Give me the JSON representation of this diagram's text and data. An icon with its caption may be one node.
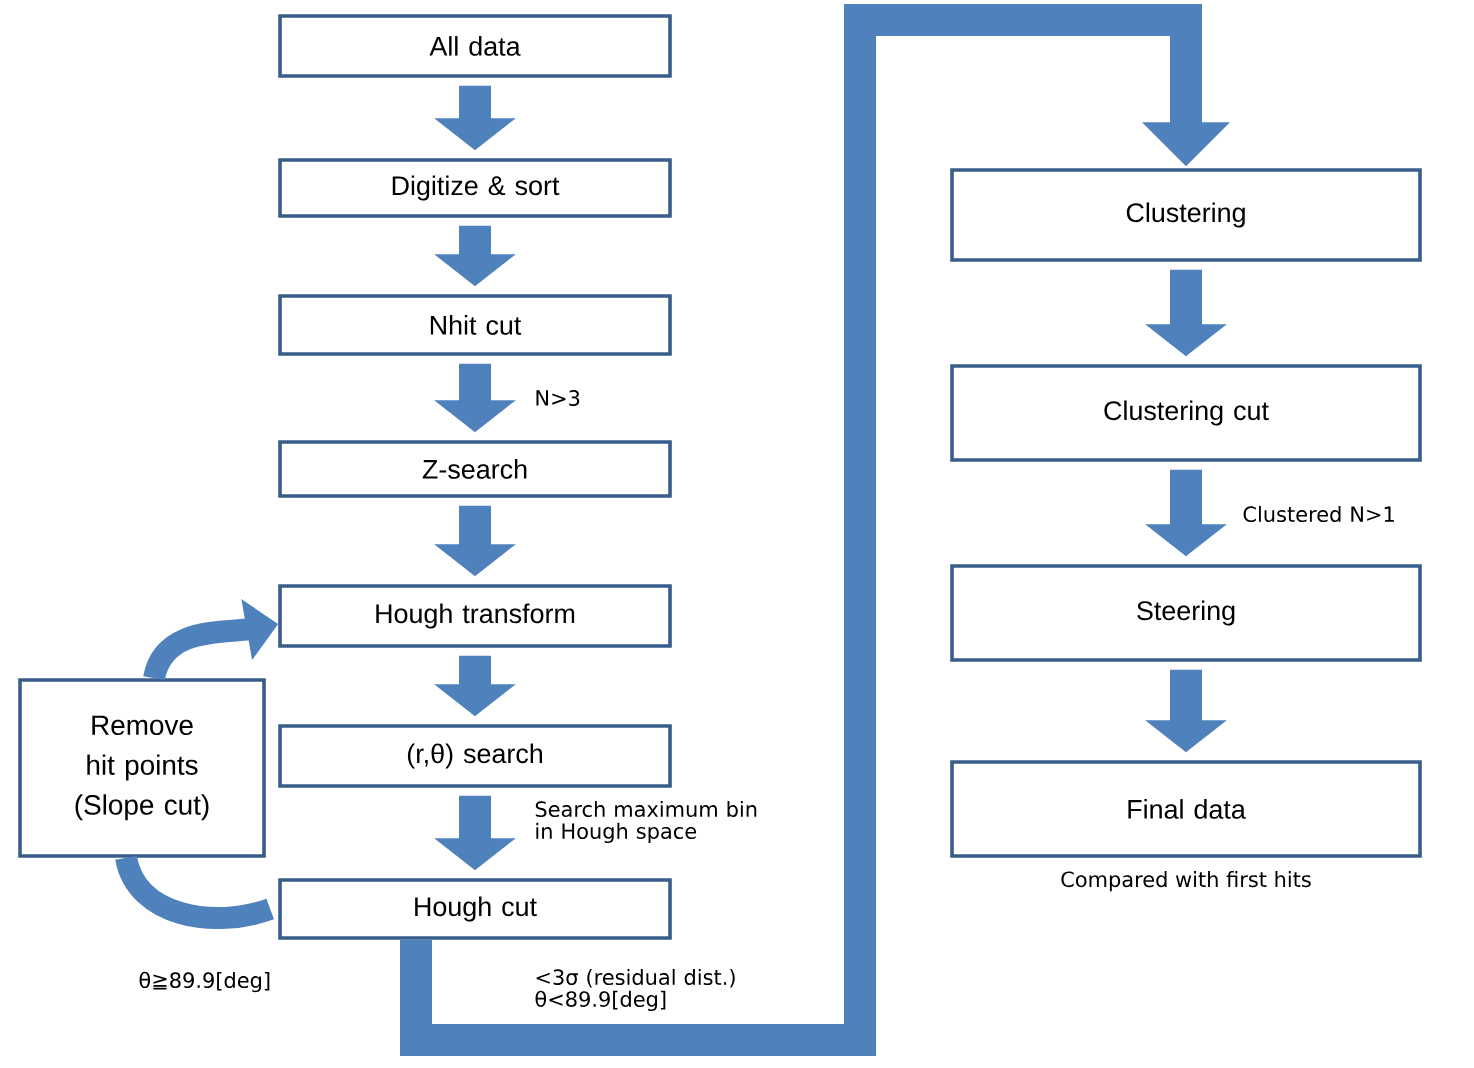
{
  "diagram": {
    "nodes": [
      {
        "text": [
          "All data"
        ]
      },
      {
        "text": [
          "Digitize & sort"
        ]
      },
      {
        "text": [
          "Nhit cut"
        ]
      },
      {
        "text": [
          "Z-search"
        ]
      },
      {
        "text": [
          "Hough transform"
        ]
      },
      {
        "text": [
          "(r,θ) search"
        ]
      },
      {
        "text": [
          "Hough cut"
        ]
      },
      {
        "text": [
          "Remove hit points (Slope cut)"
        ]
      },
      {
        "text": [
          "Clustering"
        ]
      },
      {
        "text": [
          "Clustering cut"
        ]
      },
      {
        "text": [
          "Steering"
        ]
      },
      {
        "text": [
          "Final data"
        ],
        "beside": [
          "Compared with first hits"
        ]
      }
    ],
    "edges": [
      {
        "from": 0,
        "to": 1,
        "arrow": "to"
      },
      {
        "from": 1,
        "to": 2,
        "arrow": "to"
      },
      {
        "from": 2,
        "to": 3,
        "arrow": "to",
        "label": "N>3"
      },
      {
        "from": 3,
        "to": 4,
        "arrow": "to"
      },
      {
        "from": 4,
        "to": 5,
        "arrow": "to"
      },
      {
        "from": 5,
        "to": 6,
        "arrow": "to",
        "label": "Search maximum bin in Hough space"
      },
      {
        "from": 6,
        "to": 8,
        "arrow": "to",
        "label": "<3σ (residual dist.) θ<89.9[deg]"
      },
      {
        "from": 6,
        "to": 7,
        "arrow": "none",
        "label": "θ≧89.9[deg]"
      },
      {
        "from": 7,
        "to": 4,
        "arrow": "to"
      },
      {
        "from": 8,
        "to": 9,
        "arrow": "to"
      },
      {
        "from": 9,
        "to": 10,
        "arrow": "to",
        "label": "Clustered N>1"
      },
      {
        "from": 10,
        "to": 11,
        "arrow": "to"
      }
    ]
  }
}
